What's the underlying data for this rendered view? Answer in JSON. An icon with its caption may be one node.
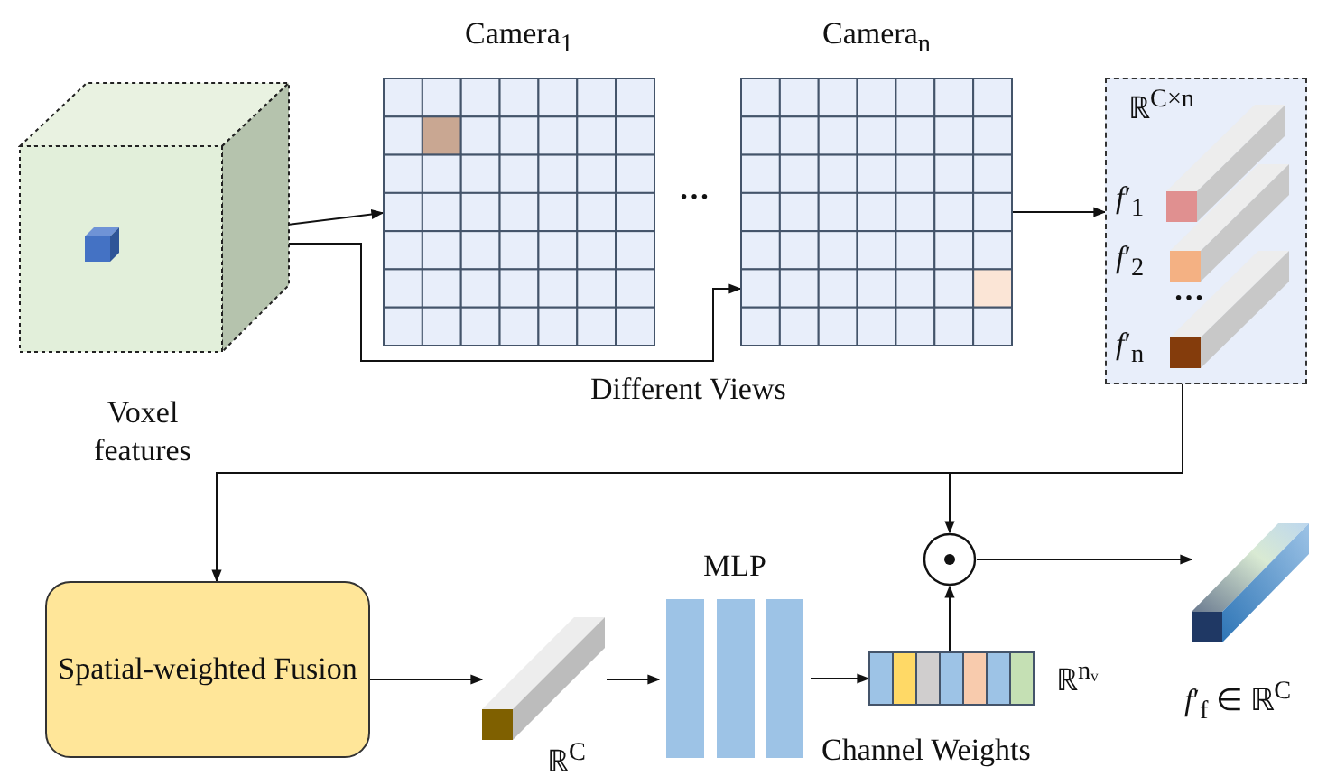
{
  "diagram": {
    "nodes": [
      {
        "text": [],
        "shape": "box",
        "beside": [
          "Voxel features"
        ]
      },
      {
        "text": [],
        "shape": "box",
        "in": 0
      },
      {
        "text": [
          "Camera$_{1}$"
        ]
      },
      {
        "text": [
          "Camera$_{n}$"
        ]
      },
      {
        "text": [
          "ℝ$^{C×n}$",
          "*f*′$_{1}$",
          "*f*′$_{2}$",
          "…",
          "*f*′$_{n}$"
        ]
      },
      {
        "text": [
          "Spatial-weighted Fusion"
        ]
      },
      {
        "text": [],
        "shape": "bar",
        "beside": [
          "ℝ$^{C}$"
        ]
      },
      {
        "text": [
          "MLP"
        ]
      },
      {
        "text": [],
        "shape": "bar",
        "beside": [
          "ℝ$^{nᵥ}$",
          "Channel Weights"
        ]
      },
      {
        "text": [],
        "shape": "circle"
      },
      {
        "text": [],
        "shape": "bar",
        "beside": [
          "*f*′$_{f}$ ∈ ℝ$^{C}$"
        ]
      }
    ],
    "edges": [
      {
        "from": 1,
        "to": 2,
        "arrow": "to"
      },
      {
        "from": 1,
        "to": 3,
        "arrow": "to"
      },
      {
        "from": 3,
        "to": 4,
        "arrow": "to"
      },
      {
        "from": 4,
        "to": 5,
        "arrow": "to"
      },
      {
        "from": 4,
        "to": 9,
        "arrow": "to"
      },
      {
        "from": 5,
        "to": 6,
        "arrow": "to"
      },
      {
        "from": 6,
        "to": 7,
        "arrow": "to"
      },
      {
        "from": 7,
        "to": 8,
        "arrow": "to"
      },
      {
        "from": 8,
        "to": 9,
        "arrow": "to"
      },
      {
        "from": 9,
        "to": 10,
        "arrow": "to"
      }
    ],
    "labels": [
      "…",
      "Different Views"
    ]
  }
}
